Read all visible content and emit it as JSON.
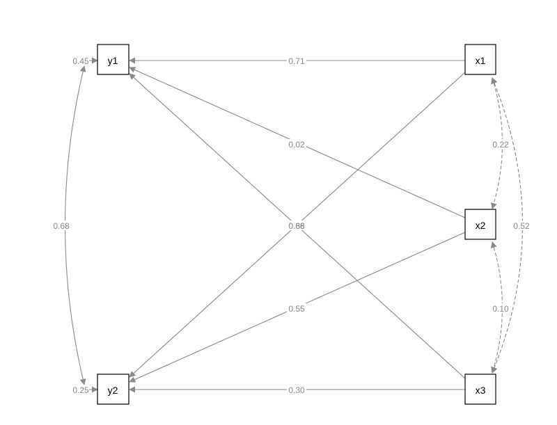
{
  "nodes": {
    "y1": "y1",
    "y2": "y2",
    "x1": "x1",
    "x2": "x2",
    "x3": "x3"
  },
  "coefficients": {
    "x1_y1": "0.71",
    "x2_y1": "0.02",
    "x3_y1": "0.66",
    "x1_y2": "0.38",
    "x2_y2": "0.55",
    "x3_y2": "0.30",
    "var_y1": "0.45",
    "var_y2": "0.25",
    "cov_y1_y2": "0.68",
    "cov_x1_x2": "0.22",
    "cov_x2_x3": "0.10",
    "cov_x1_x3": "0.52"
  },
  "colors": {
    "edge": "#8a8a8a",
    "node_border": "#000000"
  }
}
